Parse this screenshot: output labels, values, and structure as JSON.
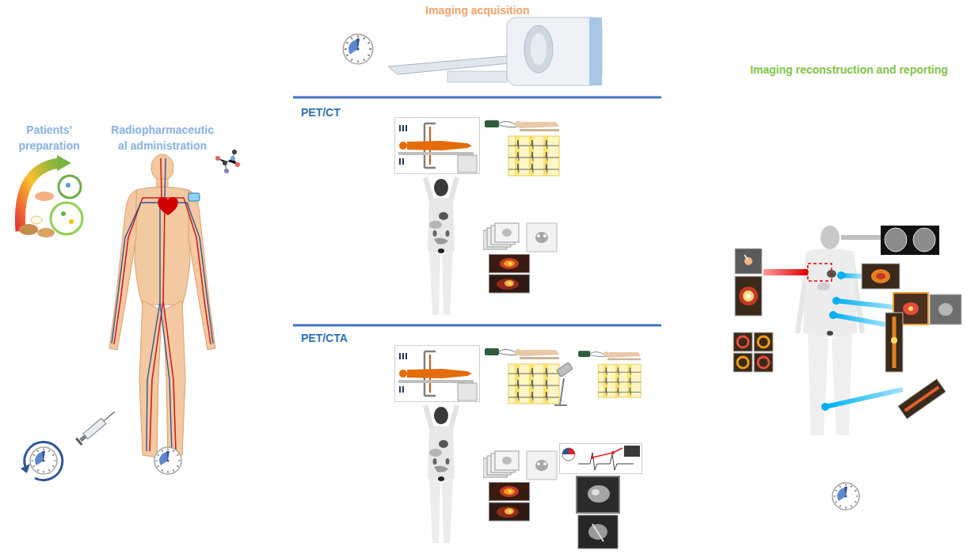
{
  "diagram": {
    "labels": [
      "Patients' preparation",
      "Radiopharmaceutic al administration",
      "Imaging acquisition",
      "PET/CT",
      "PET/CTA",
      "Imaging reconstruction and reporting"
    ]
  }
}
